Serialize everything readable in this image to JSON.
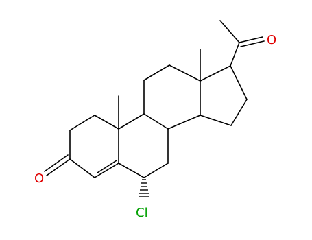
{
  "molecule": {
    "atoms": {
      "oxygen_ketone_ring_a": {
        "symbol": "O",
        "color": "#e00000"
      },
      "oxygen_acetyl": {
        "symbol": "O",
        "color": "#e00000"
      },
      "chlorine": {
        "symbol": "Cl",
        "color": "#00a000"
      }
    },
    "stereo": {
      "c6_chlorine": "hashed-wedge"
    },
    "bond_color": "#000000"
  }
}
